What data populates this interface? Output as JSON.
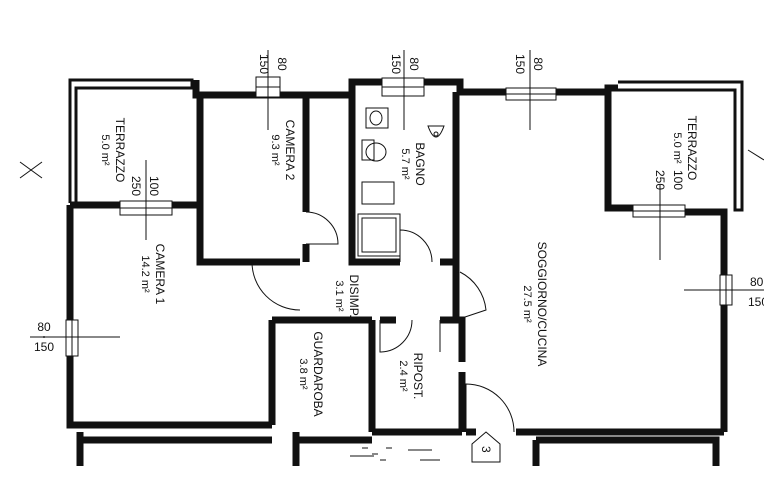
{
  "rooms": {
    "terrazzo_left": {
      "name": "TERRAZZO",
      "area": "5.0 m²"
    },
    "camera2": {
      "name": "CAMERA 2",
      "area": "9.3 m²"
    },
    "bagno": {
      "name": "BAGNO",
      "area": "5.7 m²"
    },
    "terrazzo_right": {
      "name": "TERRAZZO",
      "area": "5.0 m²"
    },
    "camera1": {
      "name": "CAMERA 1",
      "area": "14.2 m²"
    },
    "disimp": {
      "name": "DISIMP.",
      "area": "3.1 m²"
    },
    "soggiorno": {
      "name": "SOGGIORNO/CUCINA",
      "area": "27.5 m²"
    },
    "guardaroba": {
      "name": "GUARDAROBA",
      "area": "3.8 m²"
    },
    "ripost": {
      "name": "RIPOST.",
      "area": "2.4 m²"
    }
  },
  "windows": {
    "w1": {
      "top": "80",
      "bottom": "150"
    },
    "w2": {
      "top": "80",
      "bottom": "150"
    },
    "w3": {
      "top": "80",
      "bottom": "150"
    },
    "w4": {
      "top": "100",
      "bottom": "250"
    },
    "w5": {
      "top": "100",
      "bottom": "250"
    },
    "w6": {
      "top": "80",
      "bottom": "150"
    },
    "w7": {
      "top": "80",
      "bottom": "150"
    }
  },
  "stair_number": "3"
}
